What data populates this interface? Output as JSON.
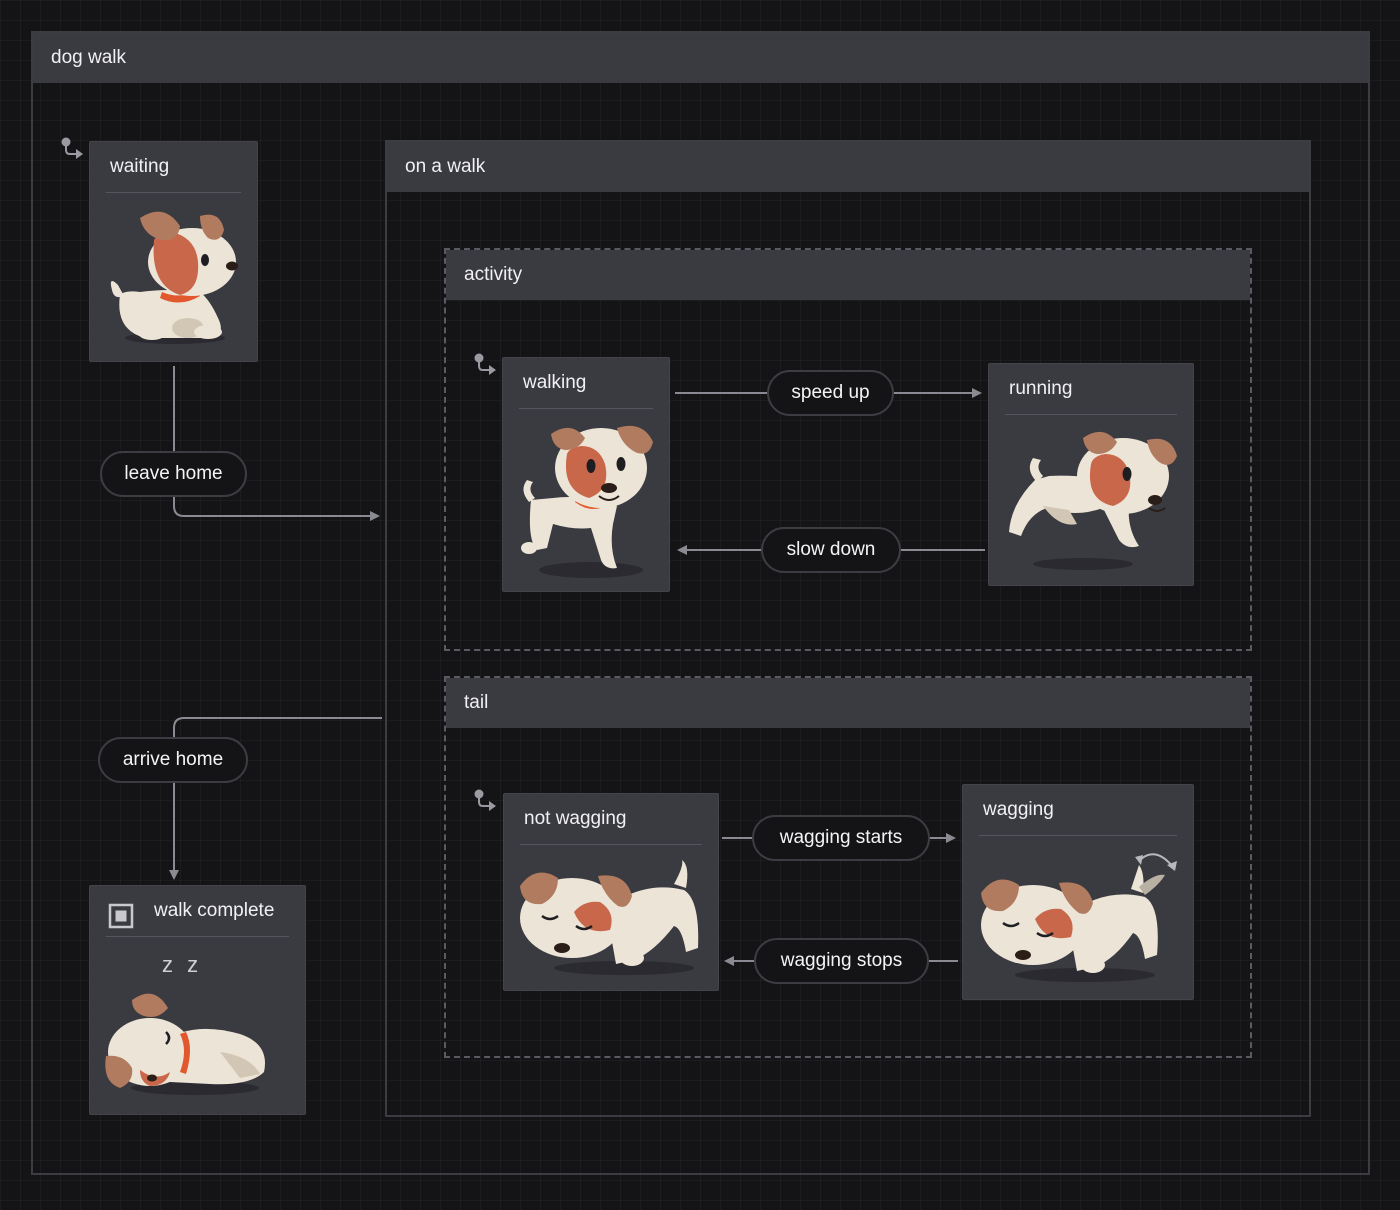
{
  "machine": {
    "title": "dog walk",
    "states": {
      "waiting": "waiting",
      "on_a_walk": "on a walk",
      "activity": "activity",
      "walking": "walking",
      "running": "running",
      "tail": "tail",
      "not_wagging": "not wagging",
      "wagging": "wagging",
      "walk_complete": "walk complete"
    },
    "events": {
      "leave_home": "leave home",
      "arrive_home": "arrive home",
      "speed_up": "speed up",
      "slow_down": "slow down",
      "wagging_starts": "wagging starts",
      "wagging_stops": "wagging stops"
    },
    "sleep_text": "z z"
  },
  "colors": {
    "background": "#141417",
    "state_fill": "#3a3a41",
    "frame_border": "#3c3c43",
    "arrow": "#8a8a92",
    "dog_cream": "#ece4d6",
    "dog_brown": "#b07b5e",
    "dog_patch": "#c9674a",
    "collar": "#e2582e"
  },
  "icons": [
    "initial-state-icon",
    "final-state-icon",
    "wag-motion-icon"
  ]
}
